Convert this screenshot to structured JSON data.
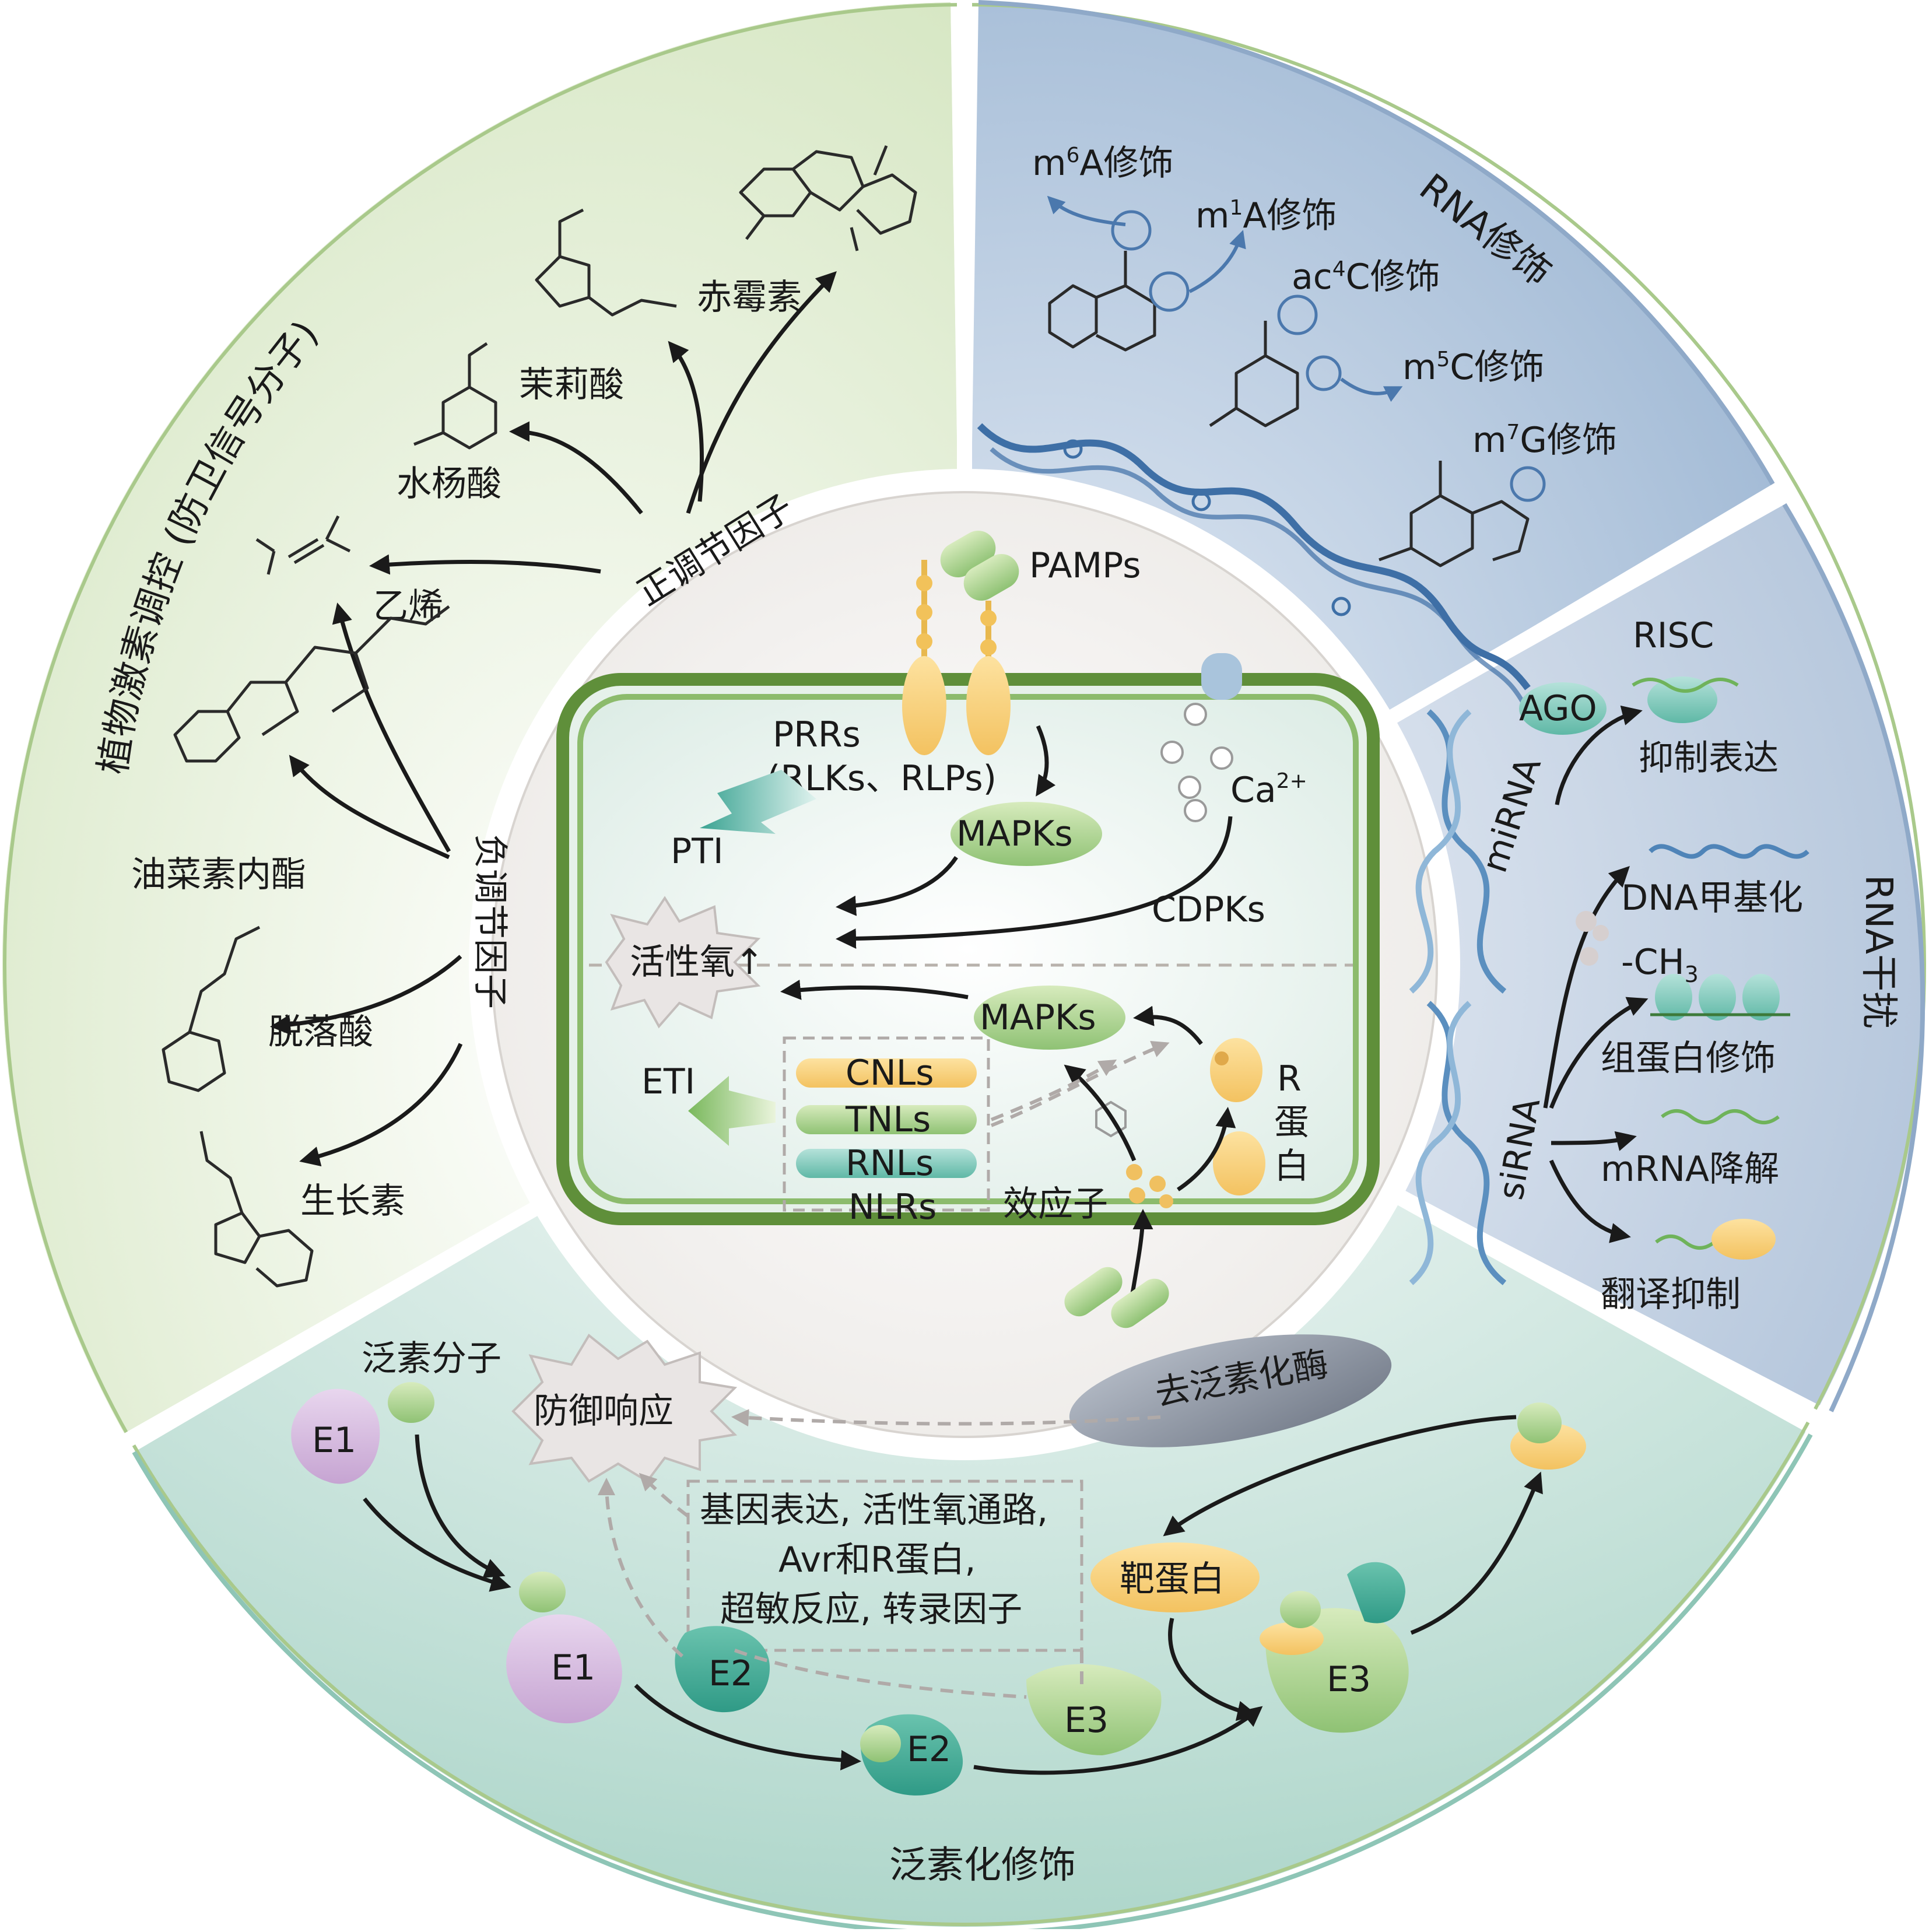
{
  "sectors": {
    "hormone": {
      "title": "植物激素调控 (防卫信号分子)",
      "positive_regulator": "正调节因子",
      "negative_regulator": "负调节因子",
      "hormones": [
        "赤霉素",
        "茉莉酸",
        "水杨酸",
        "乙烯",
        "油菜素内酯",
        "脱落酸",
        "生长素"
      ]
    },
    "rna_mod": {
      "title": "RNA修饰",
      "modifications": [
        {
          "prefix": "m",
          "sup": "6",
          "rest": "A修饰"
        },
        {
          "prefix": "m",
          "sup": "1",
          "rest": "A修饰"
        },
        {
          "prefix": "ac",
          "sup": "4",
          "rest": "C修饰"
        },
        {
          "prefix": "m",
          "sup": "5",
          "rest": "C修饰"
        },
        {
          "prefix": "m",
          "sup": "7",
          "rest": "G修饰"
        }
      ]
    },
    "rnai": {
      "title": "RNA干扰",
      "mirna": "miRNA",
      "sirna": "siRNA",
      "ago": "AGO",
      "risc": "RISC",
      "outcomes": [
        "抑制表达",
        "DNA甲基化",
        "组蛋白修饰",
        "mRNA降解",
        "翻译抑制"
      ],
      "methyl": "-CH",
      "methyl_sub": "3"
    },
    "ubiquitin": {
      "title": "泛素化修饰",
      "ubiquitin_molecule": "泛素分子",
      "defense_response": "防御响应",
      "deubiquitinase": "去泛素化酶",
      "target_protein": "靶蛋白",
      "enzymes": {
        "e1": "E1",
        "e2": "E2",
        "e3": "E3"
      },
      "box_lines": [
        "基因表达, 活性氧通路,",
        "Avr和R蛋白,",
        "超敏反应, 转录因子"
      ]
    }
  },
  "center": {
    "pamps": "PAMPs",
    "prrs": "PRRs",
    "prrs_sub": "(RLKs、RLPs)",
    "pti": "PTI",
    "mapks": "MAPKs",
    "ca_base": "Ca",
    "ca_sup": "2+",
    "cdpks": "CDPKs",
    "ros": "活性氧↑",
    "eti": "ETI",
    "nlr_types": [
      "CNLs",
      "TNLs",
      "RNLs"
    ],
    "nlrs": "NLRs",
    "effector": "效应子",
    "r_protein": [
      "R",
      "蛋",
      "白"
    ]
  },
  "colors": {
    "hormone_bg": "#d8e7c4",
    "rna_mod_bg": "#a8bfd8",
    "rnai_bg": "#b7c8dd",
    "ubiquitin_bg": "#a9d4c8",
    "cell_wall": "#5f8f3a",
    "cell_interior": "#dfeee8"
  },
  "icons": [
    "pamp-bacterium-icon",
    "receptor-icon",
    "calcium-channel-icon",
    "dna-helix-icon",
    "bacteria-icon"
  ]
}
